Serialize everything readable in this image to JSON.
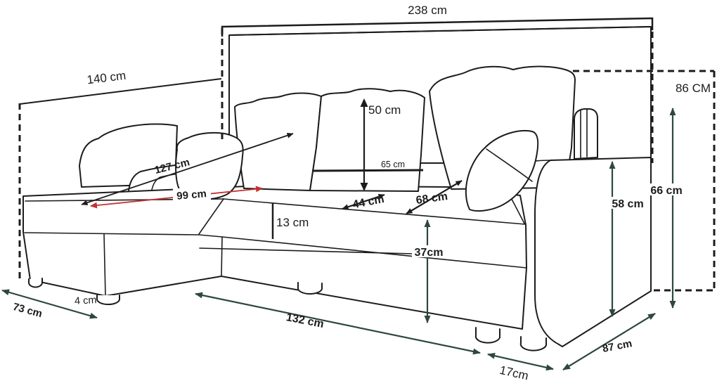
{
  "figure": {
    "type": "furniture-dimension-diagram",
    "subject": "corner sofa with chaise, line drawing with measurements"
  },
  "colors": {
    "line": "#1c1c1c",
    "dimension_black": "#1c1c1c",
    "dimension_teal": "#2e473f",
    "dimension_red": "#c63030",
    "background": "#ffffff"
  },
  "labels": {
    "total_width": "238 cm",
    "chaise_length": "140 cm",
    "total_height": "86 CM",
    "backrest_cushion_height": "50 cm",
    "back_cushion_width": "65 cm",
    "seat_front_band": "13 cm",
    "seat_depth_front": "44 cm",
    "seat_depth_back": "68 cm",
    "diagonal_seat": "127 cm",
    "sleeping_width": "99 cm",
    "base_front_height": "37cm",
    "armrest_height": "58 cm",
    "side_height": "66 cm",
    "chaise_width": "73 cm",
    "foot_height": "4 cm",
    "seat_front_length": "132 cm",
    "corner_depth": "17cm",
    "side_depth": "87 cm"
  }
}
